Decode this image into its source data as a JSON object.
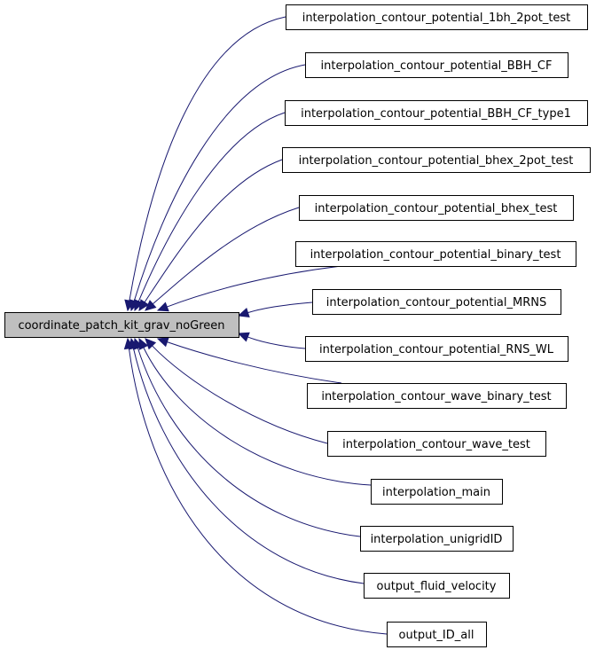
{
  "colors": {
    "edge": "#191970",
    "node_border": "#000000",
    "node_fill": "#ffffff",
    "root_fill": "#bfbfbf"
  },
  "root": {
    "label": "coordinate_patch_kit_grav_noGreen"
  },
  "callers": [
    {
      "label": "interpolation_contour_potential_1bh_2pot_test"
    },
    {
      "label": "interpolation_contour_potential_BBH_CF"
    },
    {
      "label": "interpolation_contour_potential_BBH_CF_type1"
    },
    {
      "label": "interpolation_contour_potential_bhex_2pot_test"
    },
    {
      "label": "interpolation_contour_potential_bhex_test"
    },
    {
      "label": "interpolation_contour_potential_binary_test"
    },
    {
      "label": "interpolation_contour_potential_MRNS"
    },
    {
      "label": "interpolation_contour_potential_RNS_WL"
    },
    {
      "label": "interpolation_contour_wave_binary_test"
    },
    {
      "label": "interpolation_contour_wave_test"
    },
    {
      "label": "interpolation_main"
    },
    {
      "label": "interpolation_unigridID"
    },
    {
      "label": "output_fluid_velocity"
    },
    {
      "label": "output_ID_all"
    }
  ]
}
